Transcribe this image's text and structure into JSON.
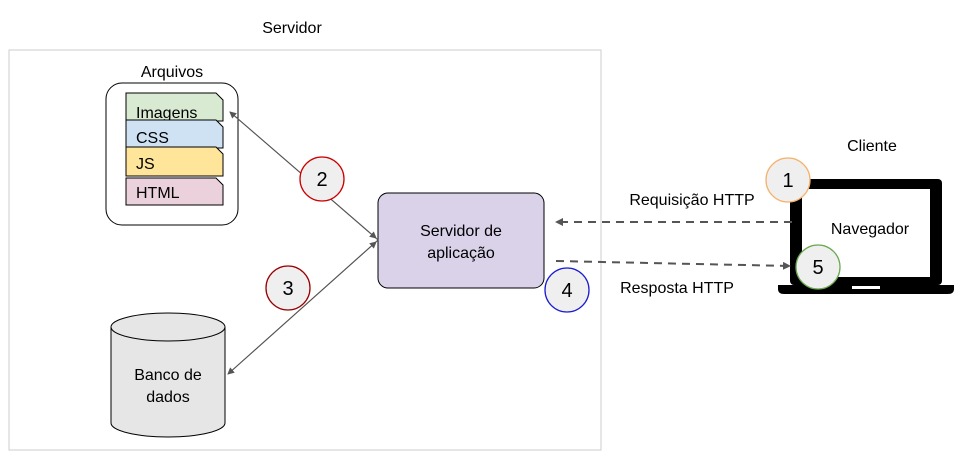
{
  "server": {
    "title": "Servidor"
  },
  "files": {
    "title": "Arquivos",
    "items": [
      {
        "label": "Imagens",
        "color": "#d9ead3"
      },
      {
        "label": "CSS",
        "color": "#cfe2f3"
      },
      {
        "label": "JS",
        "color": "#ffe599"
      },
      {
        "label": "HTML",
        "color": "#ead1dc"
      }
    ]
  },
  "app_server": {
    "label_line1": "Servidor de",
    "label_line2": "aplicação",
    "color": "#d9d2e9"
  },
  "database": {
    "label_line1": "Banco de",
    "label_line2": "dados",
    "color": "#e6e6e6"
  },
  "client": {
    "title": "Cliente",
    "browser_label": "Navegador"
  },
  "arrows": {
    "request": "Requisição HTTP",
    "response": "Resposta HTTP"
  },
  "steps": [
    {
      "number": "1",
      "stroke": "#f6b26b",
      "fill": "#efefef"
    },
    {
      "number": "2",
      "stroke": "#cc0000",
      "fill": "#efefef"
    },
    {
      "number": "3",
      "stroke": "#990000",
      "fill": "#efefef"
    },
    {
      "number": "4",
      "stroke": "#1c1cd0",
      "fill": "#efefef"
    },
    {
      "number": "5",
      "stroke": "#6aa84f",
      "fill": "#efefef"
    }
  ]
}
